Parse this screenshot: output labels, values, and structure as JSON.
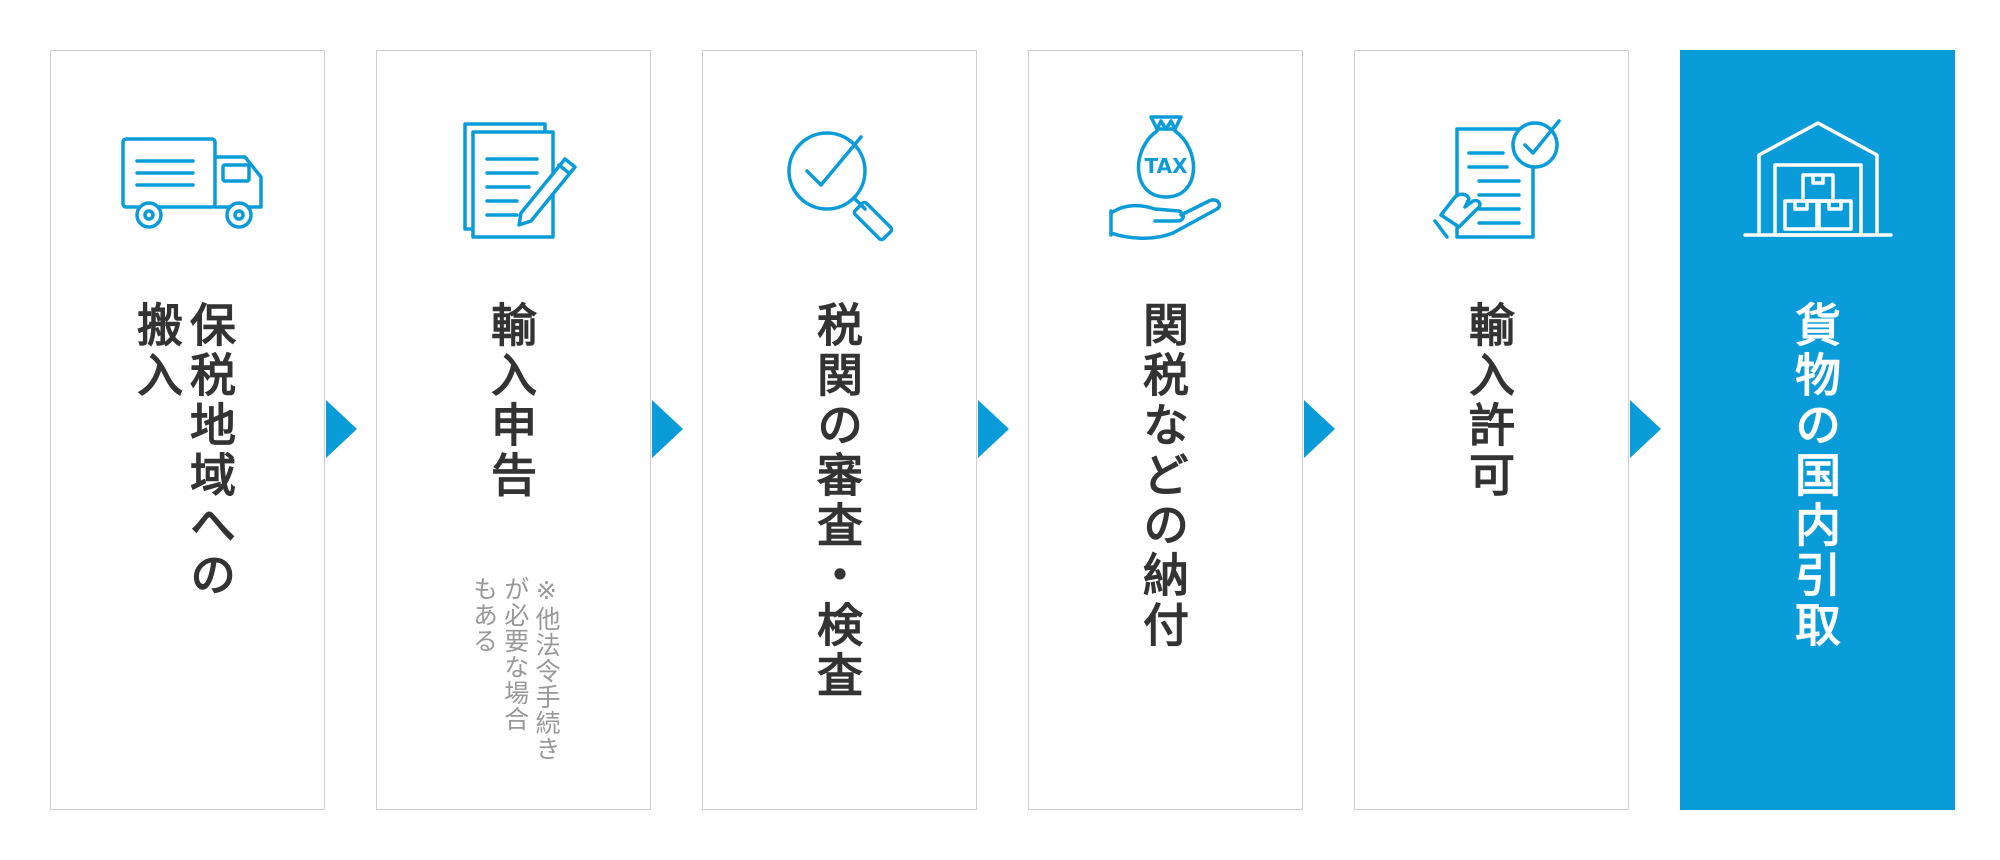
{
  "colors": {
    "accent": "#0a9bd9",
    "text": "#333333",
    "note": "#999999",
    "border": "#cfcfcf"
  },
  "steps": [
    {
      "label": "保税地域への搬入",
      "lines": [
        "保税地域への",
        "搬入"
      ],
      "icon": "truck-icon"
    },
    {
      "label": "輸入申告",
      "icon": "document-pen-icon",
      "note": {
        "lines": [
          "※他法令手続き",
          "が必要な場合",
          "もある"
        ]
      }
    },
    {
      "label": "税関の審査・検査",
      "icon": "magnifier-check-icon"
    },
    {
      "label": "関税などの納付",
      "icon": "tax-bag-hand-icon",
      "icon_text": "TAX"
    },
    {
      "label": "輸入許可",
      "icon": "approval-document-icon"
    },
    {
      "label": "貨物の国内引取",
      "icon": "warehouse-icon"
    }
  ]
}
